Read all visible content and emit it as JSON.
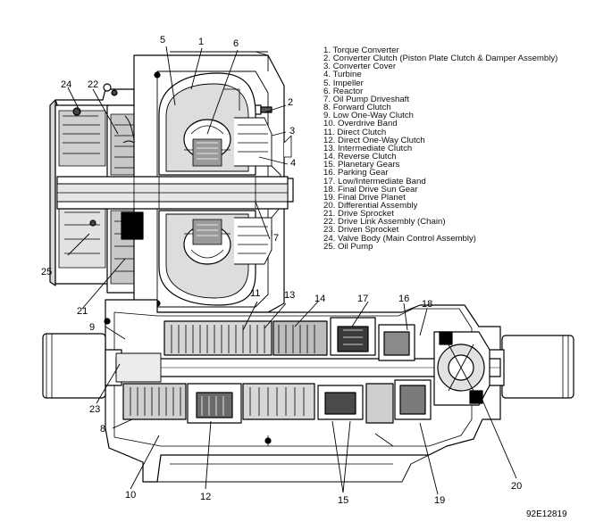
{
  "legend": {
    "items": [
      {
        "number": "1",
        "label": "Torque Converter"
      },
      {
        "number": "2",
        "label": "Converter Clutch (Piston Plate Clutch & Damper Assembly)"
      },
      {
        "number": "3",
        "label": "Converter Cover"
      },
      {
        "number": "4",
        "label": "Turbine"
      },
      {
        "number": "5",
        "label": "Impeller"
      },
      {
        "number": "6",
        "label": "Reactor"
      },
      {
        "number": "7",
        "label": "Oil Pump Driveshaft"
      },
      {
        "number": "8",
        "label": "Forward Clutch"
      },
      {
        "number": "9",
        "label": "Low One-Way Clutch"
      },
      {
        "number": "10",
        "label": "Overdrive Band"
      },
      {
        "number": "11",
        "label": "Direct Clutch"
      },
      {
        "number": "12",
        "label": "Direct One-Way Clutch"
      },
      {
        "number": "13",
        "label": "Intermediate Clutch"
      },
      {
        "number": "14",
        "label": "Reverse Clutch"
      },
      {
        "number": "15",
        "label": "Planetary Gears"
      },
      {
        "number": "16",
        "label": "Parking Gear"
      },
      {
        "number": "17",
        "label": "Low/Intermediate Band"
      },
      {
        "number": "18",
        "label": "Final Drive Sun Gear"
      },
      {
        "number": "19",
        "label": "Final Drive Planet"
      },
      {
        "number": "20",
        "label": "Differential Assembly"
      },
      {
        "number": "21",
        "label": "Drive Sprocket"
      },
      {
        "number": "22",
        "label": "Drive Link Assembly (Chain)"
      },
      {
        "number": "23",
        "label": "Driven Sprocket"
      },
      {
        "number": "24",
        "label": "Valve Body (Main Control Assembly)"
      },
      {
        "number": "25",
        "label": "Oil Pump"
      }
    ]
  },
  "callouts": [
    "5",
    "1",
    "6",
    "24",
    "22",
    "2",
    "3",
    "4",
    "25",
    "7",
    "21",
    "11",
    "13",
    "14",
    "17",
    "16",
    "18",
    "9",
    "23",
    "8",
    "10",
    "12",
    "15",
    "19",
    "20"
  ],
  "figure_id": "92E12819",
  "colors": {
    "ink": "#000000",
    "paper": "#ffffff",
    "shade": "#bdbdbd",
    "dark": "#3a3a3a"
  }
}
